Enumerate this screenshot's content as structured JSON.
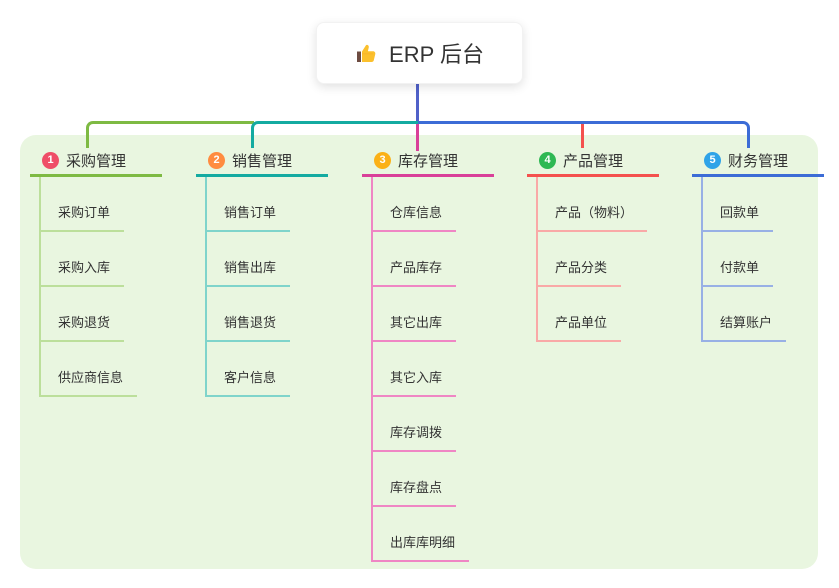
{
  "root": {
    "title": "ERP 后台",
    "icon": "thumbs-up"
  },
  "colors": {
    "root_line": "#5061c9",
    "panel_bg": "#e9f6e0",
    "card_bg": "#ffffff",
    "text": "#333333",
    "thumb_yellow": "#fbc02d",
    "thumb_sleeve": "#6d4c41"
  },
  "branches": [
    {
      "badge": "1",
      "label": "采购管理",
      "badge_color": "#ef4e68",
      "line_color": "#7eba43",
      "light_line_color": "#bcdf9b",
      "children": [
        "采购订单",
        "采购入库",
        "采购退货",
        "供应商信息"
      ]
    },
    {
      "badge": "2",
      "label": "销售管理",
      "badge_color": "#ff8c40",
      "line_color": "#14aba1",
      "light_line_color": "#7fd4cb",
      "children": [
        "销售订单",
        "销售出库",
        "销售退货",
        "客户信息"
      ]
    },
    {
      "badge": "3",
      "label": "库存管理",
      "badge_color": "#fbb117",
      "line_color": "#d94099",
      "light_line_color": "#ef86c4",
      "children": [
        "仓库信息",
        "产品库存",
        "其它出库",
        "其它入库",
        "库存调拨",
        "库存盘点",
        "出库库明细"
      ]
    },
    {
      "badge": "4",
      "label": "产品管理",
      "badge_color": "#2eb853",
      "line_color": "#f4514e",
      "light_line_color": "#f9a9a7",
      "children": [
        "产品（物料）",
        "产品分类",
        "产品单位"
      ]
    },
    {
      "badge": "5",
      "label": "财务管理",
      "badge_color": "#2fa3e8",
      "line_color": "#3c6cd6",
      "light_line_color": "#98b0e5",
      "children": [
        "回款单",
        "付款单",
        "结算账户"
      ]
    }
  ]
}
